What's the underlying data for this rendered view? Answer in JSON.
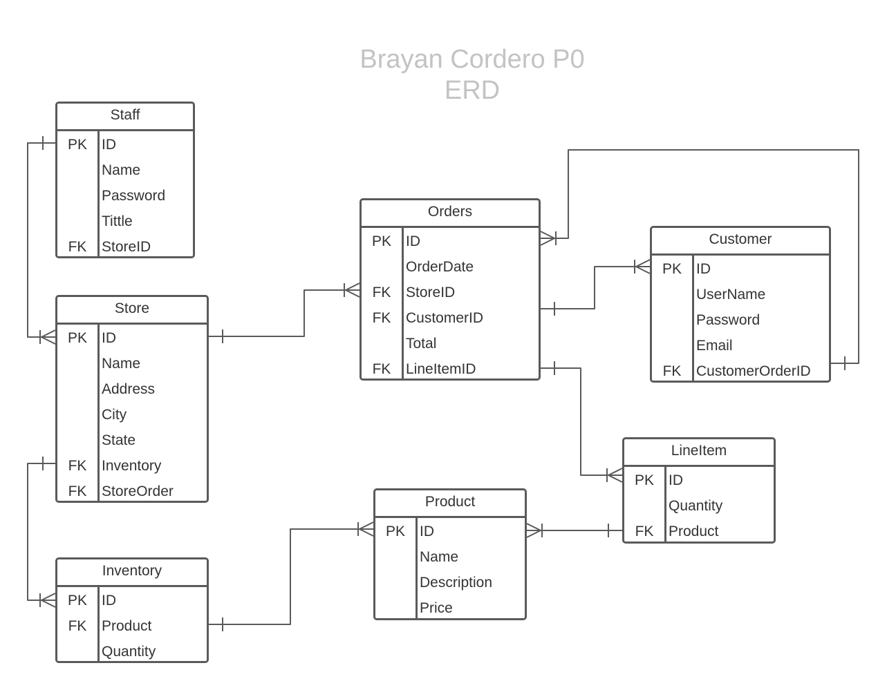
{
  "diagram": {
    "title": "Brayan Cordero P0",
    "subtitle": "ERD",
    "entities": [
      {
        "name": "Staff",
        "attributes": [
          {
            "key": "PK",
            "name": "ID"
          },
          {
            "key": "",
            "name": "Name"
          },
          {
            "key": "",
            "name": "Password"
          },
          {
            "key": "",
            "name": "Tittle"
          },
          {
            "key": "FK",
            "name": "StoreID"
          }
        ]
      },
      {
        "name": "Store",
        "attributes": [
          {
            "key": "PK",
            "name": "ID"
          },
          {
            "key": "",
            "name": "Name"
          },
          {
            "key": "",
            "name": "Address"
          },
          {
            "key": "",
            "name": "City"
          },
          {
            "key": "",
            "name": "State"
          },
          {
            "key": "FK",
            "name": "Inventory"
          },
          {
            "key": "FK",
            "name": "StoreOrder"
          }
        ]
      },
      {
        "name": "Inventory",
        "attributes": [
          {
            "key": "PK",
            "name": "ID"
          },
          {
            "key": "FK",
            "name": "Product"
          },
          {
            "key": "",
            "name": "Quantity"
          }
        ]
      },
      {
        "name": "Orders",
        "attributes": [
          {
            "key": "PK",
            "name": "ID"
          },
          {
            "key": "",
            "name": "OrderDate"
          },
          {
            "key": "FK",
            "name": "StoreID"
          },
          {
            "key": "FK",
            "name": "CustomerID"
          },
          {
            "key": "",
            "name": "Total"
          },
          {
            "key": "FK",
            "name": "LineItemID"
          }
        ]
      },
      {
        "name": "Customer",
        "attributes": [
          {
            "key": "PK",
            "name": "ID"
          },
          {
            "key": "",
            "name": "UserName"
          },
          {
            "key": "",
            "name": "Password"
          },
          {
            "key": "",
            "name": "Email"
          },
          {
            "key": "FK",
            "name": "CustomerOrderID"
          }
        ]
      },
      {
        "name": "LineItem",
        "attributes": [
          {
            "key": "PK",
            "name": "ID"
          },
          {
            "key": "",
            "name": "Quantity"
          },
          {
            "key": "FK",
            "name": "Product"
          }
        ]
      },
      {
        "name": "Product",
        "attributes": [
          {
            "key": "PK",
            "name": "ID"
          },
          {
            "key": "",
            "name": "Name"
          },
          {
            "key": "",
            "name": "Description"
          },
          {
            "key": "",
            "name": "Price"
          }
        ]
      }
    ],
    "relationships": [
      {
        "from": "Staff.ID",
        "to": "Store.ID",
        "from_cardinality": "one",
        "to_cardinality": "many"
      },
      {
        "from": "Store.ID",
        "to": "Orders.StoreID",
        "from_cardinality": "one",
        "to_cardinality": "many"
      },
      {
        "from": "Store.Inventory",
        "to": "Inventory.ID",
        "from_cardinality": "one",
        "to_cardinality": "many"
      },
      {
        "from": "Inventory.Product",
        "to": "Product.ID",
        "from_cardinality": "one",
        "to_cardinality": "many"
      },
      {
        "from": "Orders.CustomerID",
        "to": "Customer.ID",
        "from_cardinality": "one",
        "to_cardinality": "many"
      },
      {
        "from": "Customer.CustomerOrderID",
        "to": "Orders.ID",
        "from_cardinality": "one",
        "to_cardinality": "many"
      },
      {
        "from": "Orders.LineItemID",
        "to": "LineItem.ID",
        "from_cardinality": "one",
        "to_cardinality": "many"
      },
      {
        "from": "LineItem.Product",
        "to": "Product.ID",
        "from_cardinality": "one",
        "to_cardinality": "many"
      }
    ],
    "colors": {
      "line": "#5a5a5a",
      "title": "#c3c3c3",
      "text": "#333333"
    }
  }
}
